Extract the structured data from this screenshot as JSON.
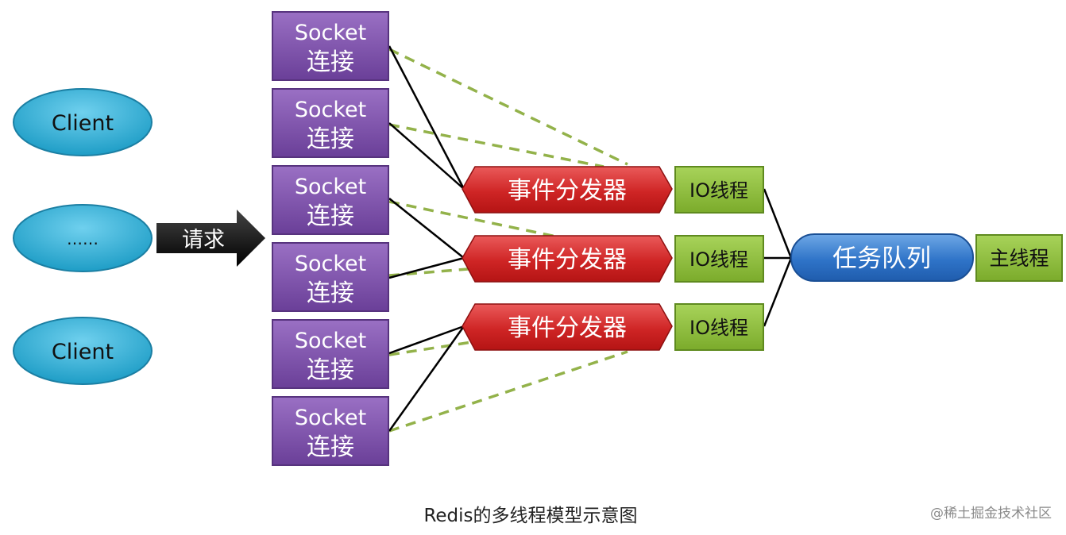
{
  "clients": [
    "Client",
    "……",
    "Client"
  ],
  "request_label": "请求",
  "sockets": [
    {
      "line1": "Socket",
      "line2": "连接"
    },
    {
      "line1": "Socket",
      "line2": "连接"
    },
    {
      "line1": "Socket",
      "line2": "连接"
    },
    {
      "line1": "Socket",
      "line2": "连接"
    },
    {
      "line1": "Socket",
      "line2": "连接"
    },
    {
      "line1": "Socket",
      "line2": "连接"
    }
  ],
  "dispatchers": [
    "事件分发器",
    "事件分发器",
    "事件分发器"
  ],
  "io_threads": [
    "IO线程",
    "IO线程",
    "IO线程"
  ],
  "task_queue": "任务队列",
  "main_thread": "主线程",
  "caption": "Redis的多线程模型示意图",
  "watermark": "@稀土掘金技术社区"
}
